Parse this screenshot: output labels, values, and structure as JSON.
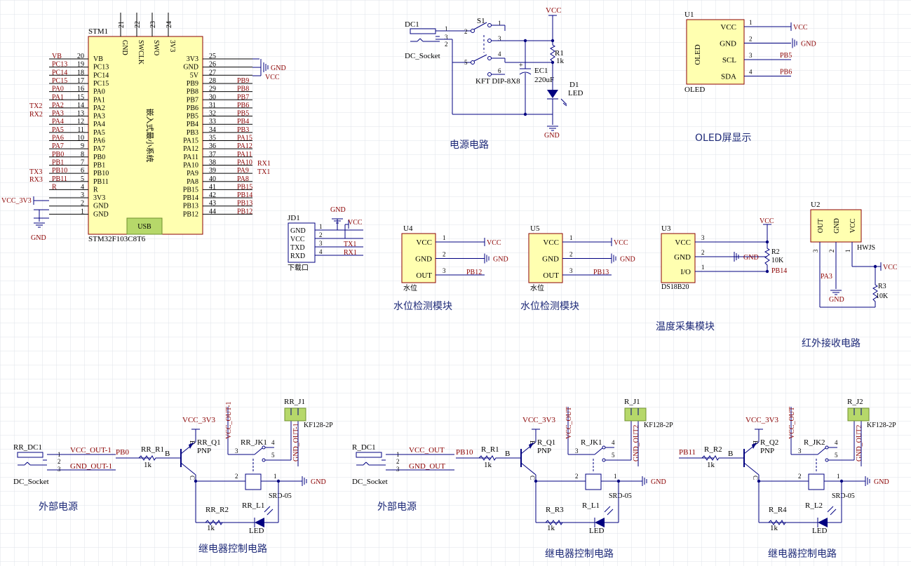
{
  "colors": {
    "grid": "#dfe3ea",
    "wire": "#000080",
    "body": "#ffffb0",
    "bodyStroke": "#8b0000",
    "label": "#8b0000",
    "text": "#000000",
    "zh": "#1e2a78",
    "usb": "#b6d86a"
  },
  "stm": {
    "designator": "STM1",
    "model": "STM32F103C8T6",
    "body_text": "嵌入式最小系统",
    "usb": "USB",
    "top_pins": [
      {
        "num": "21",
        "name": "GND"
      },
      {
        "num": "22",
        "name": "SWCLK"
      },
      {
        "num": "23",
        "name": "SWO"
      },
      {
        "num": "24",
        "name": "3V3"
      }
    ],
    "left_pins": [
      {
        "num": "20",
        "name": "VB",
        "net": "VB"
      },
      {
        "num": "19",
        "name": "PC13",
        "net": "PC13"
      },
      {
        "num": "18",
        "name": "PC14",
        "net": "PC14"
      },
      {
        "num": "17",
        "name": "PC15",
        "net": "PC15"
      },
      {
        "num": "16",
        "name": "PA0",
        "net": "PA0"
      },
      {
        "num": "15",
        "name": "PA1",
        "net": "PA1"
      },
      {
        "num": "14",
        "name": "PA2",
        "net": "PA2"
      },
      {
        "num": "13",
        "name": "PA3",
        "net": "PA3"
      },
      {
        "num": "12",
        "name": "PA4",
        "net": "PA4"
      },
      {
        "num": "11",
        "name": "PA5",
        "net": "PA5"
      },
      {
        "num": "10",
        "name": "PA6",
        "net": "PA6"
      },
      {
        "num": "9",
        "name": "PA7",
        "net": "PA7"
      },
      {
        "num": "8",
        "name": "PB0",
        "net": "PB0"
      },
      {
        "num": "7",
        "name": "PB1",
        "net": "PB1"
      },
      {
        "num": "6",
        "name": "PB10",
        "net": "PB10"
      },
      {
        "num": "5",
        "name": "PB11",
        "net": "PB11"
      },
      {
        "num": "4",
        "name": "R",
        "net": "R"
      },
      {
        "num": "3",
        "name": "3V3",
        "net": ""
      },
      {
        "num": "2",
        "name": "GND",
        "net": ""
      },
      {
        "num": "1",
        "name": "GND",
        "net": ""
      }
    ],
    "right_pins": [
      {
        "num": "25",
        "name": "3V3",
        "net": ""
      },
      {
        "num": "26",
        "name": "GND",
        "net": ""
      },
      {
        "num": "27",
        "name": "5V",
        "net": ""
      },
      {
        "num": "28",
        "name": "PB9",
        "net": "PB9"
      },
      {
        "num": "29",
        "name": "PB8",
        "net": "PB8"
      },
      {
        "num": "30",
        "name": "PB7",
        "net": "PB7"
      },
      {
        "num": "31",
        "name": "PB6",
        "net": "PB6"
      },
      {
        "num": "32",
        "name": "PB5",
        "net": "PB5"
      },
      {
        "num": "33",
        "name": "PB4",
        "net": "PB4"
      },
      {
        "num": "34",
        "name": "PB3",
        "net": "PB3"
      },
      {
        "num": "35",
        "name": "PA15",
        "net": "PA15"
      },
      {
        "num": "36",
        "name": "PA12",
        "net": "PA12"
      },
      {
        "num": "37",
        "name": "PA11",
        "net": "PA11"
      },
      {
        "num": "38",
        "name": "PA10",
        "net": "PA10"
      },
      {
        "num": "39",
        "name": "PA9",
        "net": "PA9"
      },
      {
        "num": "40",
        "name": "PA8",
        "net": "PA8"
      },
      {
        "num": "41",
        "name": "PB15",
        "net": "PB15"
      },
      {
        "num": "42",
        "name": "PB14",
        "net": "PB14"
      },
      {
        "num": "43",
        "name": "PB13",
        "net": "PB13"
      },
      {
        "num": "44",
        "name": "PB12",
        "net": "PB12"
      }
    ],
    "tx2": "TX2",
    "rx2": "RX2",
    "tx3": "TX3",
    "rx3": "RX3",
    "rx1": "RX1",
    "tx1": "TX1",
    "vcc3v3": "VCC_3V3",
    "gnd": "GND",
    "vcc": "VCC"
  },
  "power": {
    "dc": "DC1",
    "dc_name": "DC_Socket",
    "s1": "S1",
    "s1_name": "KFT DIP-8X8",
    "ec1": "EC1",
    "ec1_val": "220uF",
    "r1": "R1",
    "r1_val": "1k",
    "d1": "D1",
    "d1_name": "LED",
    "vcc": "VCC",
    "gnd": "GND",
    "pins": [
      "1",
      "2",
      "3",
      "2",
      "3",
      "4",
      "5",
      "6",
      "1"
    ],
    "title": "电源电路"
  },
  "oled": {
    "des": "U1",
    "body": "OLED",
    "name": "OLED",
    "pins": [
      {
        "n": "1",
        "name": "VCC",
        "net": "VCC"
      },
      {
        "n": "2",
        "name": "GND",
        "net": "GND"
      },
      {
        "n": "3",
        "name": "SCL",
        "net": "PB5"
      },
      {
        "n": "4",
        "name": "SDA",
        "net": "PB6"
      }
    ],
    "title": "OLED屏显示"
  },
  "jd1": {
    "des": "JD1",
    "name": "下载口",
    "pins": [
      {
        "n": "1",
        "name": "GND",
        "net": ""
      },
      {
        "n": "2",
        "name": "VCC",
        "net": ""
      },
      {
        "n": "3",
        "name": "TXD",
        "net": "TX1"
      },
      {
        "n": "4",
        "name": "RXD",
        "net": "RX1"
      }
    ],
    "gnd": "GND",
    "vcc": "VCC"
  },
  "u4": {
    "des": "U4",
    "name": "水位",
    "pins": [
      {
        "n": "1",
        "name": "VCC",
        "net": "VCC"
      },
      {
        "n": "2",
        "name": "GND",
        "net": "GND"
      },
      {
        "n": "3",
        "name": "OUT",
        "net": "PB12"
      }
    ],
    "title": "水位检测模块"
  },
  "u5": {
    "des": "U5",
    "name": "水位",
    "pins": [
      {
        "n": "1",
        "name": "VCC",
        "net": "VCC"
      },
      {
        "n": "2",
        "name": "GND",
        "net": "GND"
      },
      {
        "n": "3",
        "name": "OUT",
        "net": "PB13"
      }
    ],
    "title": "水位检测模块"
  },
  "u3": {
    "des": "U3",
    "name": "DS18B20",
    "pins": [
      {
        "n": "3",
        "name": "VCC"
      },
      {
        "n": "2",
        "name": "GND",
        "net": "GND"
      },
      {
        "n": "1",
        "name": "I/O",
        "net": "PB14"
      }
    ],
    "vcc": "VCC",
    "r2": "R2",
    "r2_val": "10K",
    "title": "温度采集模块"
  },
  "u2": {
    "des": "U2",
    "name": "HWJS",
    "pins": [
      {
        "n": "3",
        "name": "OUT"
      },
      {
        "n": "2",
        "name": "GND"
      },
      {
        "n": "1",
        "name": "VCC"
      }
    ],
    "pa3": "PA3",
    "gnd": "GND",
    "vcc": "VCC",
    "r3": "R3",
    "r3_val": "10K",
    "title": "红外接收电路"
  },
  "ext1": {
    "des": "RR_DC1",
    "name": "DC_Socket",
    "pins": [
      "1",
      "2",
      "3"
    ],
    "vcc": "VCC_OUT-1",
    "gnd": "GND_OUT-1",
    "title": "外部电源"
  },
  "ext2": {
    "des": "R_DC1",
    "name": "DC_Socket",
    "pins": [
      "1",
      "2",
      "3"
    ],
    "vcc": "VCC_OUT",
    "gnd": "GND_OUT",
    "title": "外部电源"
  },
  "relay1": {
    "pb": "PB0",
    "r1": "RR_R1",
    "r1_val": "1k",
    "q": "RR_Q1",
    "q_type": "PNP",
    "vcc3": "VCC_3V3",
    "vcc_out": "VCC_OUT-1",
    "jk": "RR_JK1",
    "srd": "SRD-05",
    "j": "RR_J1",
    "kf": "KF128-2P",
    "gnd_out": "GND_OUT-1",
    "r2": "RR_R2",
    "r2_val": "1k",
    "l": "RR_L1",
    "led": "LED",
    "gnd": "GND",
    "b": "B",
    "e": "E",
    "c": "C",
    "title": "继电器控制电路"
  },
  "relay2": {
    "pb": "PB10",
    "r1": "R_R1",
    "r1_val": "1k",
    "q": "R_Q1",
    "q_type": "PNP",
    "vcc3": "VCC_3V3",
    "vcc_out": "VCC_OUT",
    "jk": "R_JK1",
    "srd": "SRD-05",
    "j": "R_J1",
    "kf": "KF128-2P",
    "gnd_out": "GND_OUT2",
    "r2": "R_R3",
    "r2_val": "1k",
    "l": "R_L1",
    "led": "LED",
    "gnd": "GND",
    "b": "B",
    "e": "E",
    "c": "C",
    "title": "继电器控制电路"
  },
  "relay3": {
    "pb": "PB11",
    "r1": "R_R2",
    "r1_val": "1k",
    "q": "R_Q2",
    "q_type": "PNP",
    "vcc3": "VCC_3V3",
    "vcc_out": "VCC_OUT",
    "jk": "R_JK2",
    "srd": "SRD-05",
    "j": "R_J2",
    "kf": "KF128-2P",
    "gnd_out": "GND_OUT2",
    "r2": "R_R4",
    "r2_val": "1k",
    "l": "R_L2",
    "led": "LED",
    "gnd": "GND",
    "b": "B",
    "e": "E",
    "c": "C",
    "title": "继电器控制电路"
  }
}
